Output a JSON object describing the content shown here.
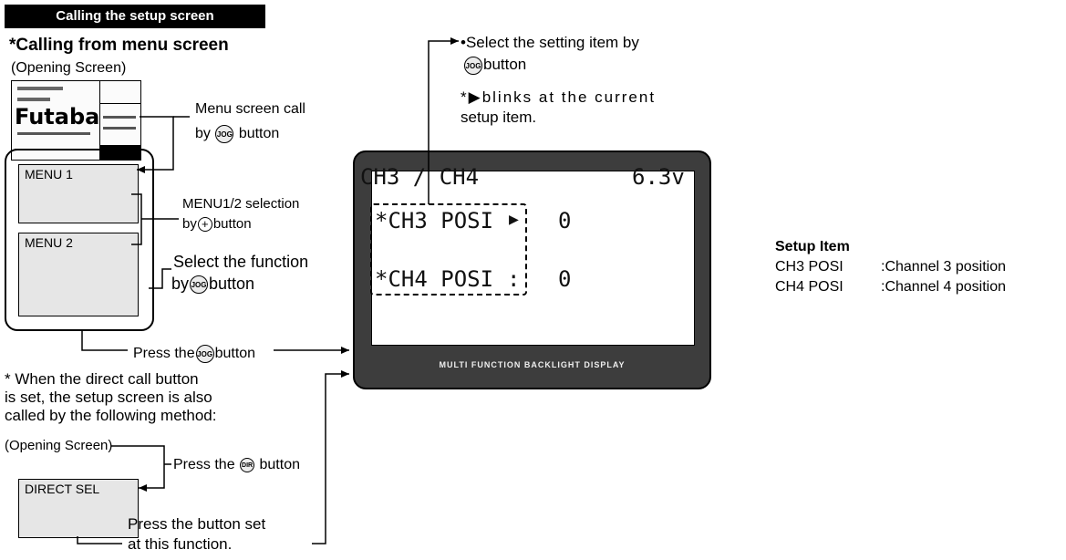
{
  "header": "Calling the setup screen",
  "left": {
    "subtitle": "*Calling from menu screen",
    "opening_screen_label": "(Opening Screen)",
    "thumbnail_logo": "Futaba",
    "menu_call_text1": "Menu screen call",
    "menu_call_text2a": "by",
    "menu_call_text2b": "button",
    "menu1": "MENU 1",
    "menu2": "MENU 2",
    "menu_sel_text1": "MENU1/2 selection",
    "menu_sel_text2a": "by",
    "menu_sel_text2b": "button",
    "select_func_text1": "Select the function",
    "select_func_text2a": "by",
    "select_func_text2b": "button",
    "press_jog_a": "Press the",
    "press_jog_b": "button",
    "direct_note1": "* When the direct call button",
    "direct_note2": "is set, the setup screen is also",
    "direct_note3": "called by the following method:",
    "opening_screen_label2": "(Opening Screen)",
    "press_dir_a": "Press the",
    "press_dir_b": "button",
    "direct_sel": "DIRECT SEL",
    "press_set1": "Press the button set",
    "press_set2": "at this function."
  },
  "buttons": {
    "jog": "JOG",
    "dir": "DIR",
    "plus": "+"
  },
  "center": {
    "select_item1": "•Select the setting item by",
    "select_item2": "button",
    "blink_note1a": "*",
    "blink_note1b": "blinks at the current",
    "blink_note2": "setup item."
  },
  "lcd": {
    "title": "CH3 / CH4",
    "voltage": "6.3v",
    "row1_label": "*CH3 POSI",
    "row1_marker": "▶",
    "row1_value": "0",
    "row2_label": "*CH4 POSI",
    "row2_marker": ":",
    "row2_value": "0",
    "footer": "MULTI FUNCTION BACKLIGHT DISPLAY"
  },
  "setup_item": {
    "title": "Setup Item",
    "rows": [
      {
        "name": "CH3 POSI",
        "desc": ":Channel 3  position"
      },
      {
        "name": "CH4 POSI",
        "desc": ":Channel 4  position"
      }
    ]
  }
}
